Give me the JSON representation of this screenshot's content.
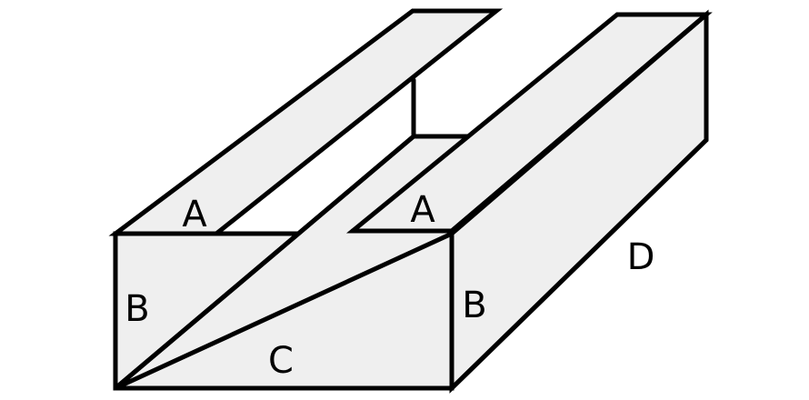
{
  "labels": {
    "top_left": "A",
    "top_right": "A",
    "side_left": "B",
    "side_right": "B",
    "bottom": "C",
    "length": "D"
  },
  "colors": {
    "stroke": "#000000",
    "face_fill": "#efefef",
    "background": "#ffffff"
  }
}
